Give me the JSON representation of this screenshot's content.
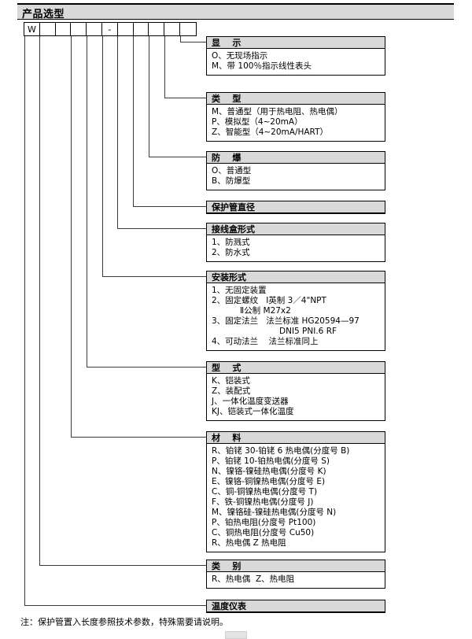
{
  "document": {
    "title": "产品选型",
    "footer_note": "注：保护管置入长度参照技术参数，特殊需要请说明。"
  },
  "model_code": {
    "cells": [
      "W",
      "",
      "",
      "",
      "",
      "-",
      "",
      "",
      "",
      "",
      ""
    ]
  },
  "sections": [
    {
      "key": "display",
      "header": "显    示",
      "lines": [
        {
          "text": "O、无现场指示",
          "indent": 0
        },
        {
          "text": "M、带 100％指示线性表头",
          "indent": 0
        }
      ]
    },
    {
      "key": "type",
      "header": "类    型",
      "lines": [
        {
          "text": "M、普通型（用于热电阻、热电偶）",
          "indent": 0
        },
        {
          "text": "P、模拟型（4~20mA）",
          "indent": 0
        },
        {
          "text": "Z、智能型（4~20mA/HART）",
          "indent": 0
        }
      ]
    },
    {
      "key": "explosion_proof",
      "header": "防    爆",
      "lines": [
        {
          "text": "O、普通型",
          "indent": 0
        },
        {
          "text": "B、防爆型",
          "indent": 0
        }
      ]
    },
    {
      "key": "protection_tube_diameter",
      "header": "保护管直径",
      "lines": []
    },
    {
      "key": "junction_box",
      "header": "接线盒形式",
      "lines": [
        {
          "text": "1、防溅式",
          "indent": 0
        },
        {
          "text": "2、防水式",
          "indent": 0
        }
      ]
    },
    {
      "key": "mounting",
      "header": "安装形式",
      "lines": [
        {
          "text": "1、无固定装置",
          "indent": 0
        },
        {
          "text": "2、固定螺纹   Ⅰ英制 3／4\"NPT",
          "indent": 0
        },
        {
          "text": "Ⅱ公制 M27x2",
          "indent": 1
        },
        {
          "text": "3、固定法兰   法兰标准 HG20594—97",
          "indent": 0
        },
        {
          "text": "DNI5 PNI.6 RF",
          "indent": 2
        },
        {
          "text": "4、可动法兰    法兰标准同上",
          "indent": 0
        }
      ]
    },
    {
      "key": "style",
      "header": "型    式",
      "lines": [
        {
          "text": "K、铠装式",
          "indent": 0
        },
        {
          "text": "Z、装配式",
          "indent": 0
        },
        {
          "text": "J、一体化温度变送器",
          "indent": 0
        },
        {
          "text": "KJ、铠装式一体化温度",
          "indent": 0
        }
      ]
    },
    {
      "key": "material",
      "header": "材    料",
      "lines": [
        {
          "text": "R、铂铑 30-铂铑 6 热电偶(分度号 B)",
          "indent": 0
        },
        {
          "text": "P、铂铑 10-铂热电偶(分度号 S)",
          "indent": 0
        },
        {
          "text": "N、镍铬-镍硅热电偶(分度号 K)",
          "indent": 0
        },
        {
          "text": "E、镍铬-铜镍热电偶(分度号 E)",
          "indent": 0
        },
        {
          "text": "C、铜-铜镍热电偶(分度号 T)",
          "indent": 0
        },
        {
          "text": "F、铁-铜镍热电偶(分度号 J)",
          "indent": 0
        },
        {
          "text": "M、镍铬硅-镍硅热电偶(分度号 N)",
          "indent": 0
        },
        {
          "text": "P、铂热电阻(分度号 Pt100)",
          "indent": 0
        },
        {
          "text": "C、铜热电阻(分度号 Cu50)",
          "indent": 0
        },
        {
          "text": "R、热电偶 Z 热电阻",
          "indent": 0
        }
      ]
    },
    {
      "key": "category",
      "header": "类    别",
      "lines": [
        {
          "text": "R、热电偶  Z、热电阻",
          "indent": 0
        }
      ]
    },
    {
      "key": "instrument",
      "header": "温度仪表",
      "lines": []
    }
  ],
  "colors": {
    "header_fill": "#d9d9d9",
    "line": "#3a3a3a",
    "border": "#000000"
  }
}
